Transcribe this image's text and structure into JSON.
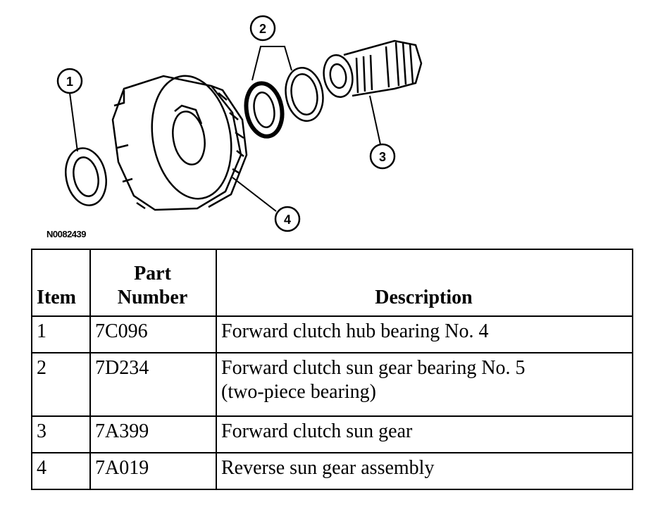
{
  "figure": {
    "id": "N0082439",
    "callouts": [
      "1",
      "2",
      "3",
      "4"
    ]
  },
  "table": {
    "headers": {
      "item": "Item",
      "part_number_line1": "Part",
      "part_number_line2": "Number",
      "description": "Description"
    },
    "rows": [
      {
        "item": "1",
        "part": "7C096",
        "desc_line1": "Forward clutch hub bearing No. 4",
        "desc_line2": ""
      },
      {
        "item": "2",
        "part": "7D234",
        "desc_line1": "Forward clutch sun gear bearing No. 5",
        "desc_line2": "(two-piece bearing)"
      },
      {
        "item": "3",
        "part": "7A399",
        "desc_line1": "Forward clutch sun gear",
        "desc_line2": ""
      },
      {
        "item": "4",
        "part": "7A019",
        "desc_line1": "Reverse sun gear assembly",
        "desc_line2": ""
      }
    ]
  }
}
